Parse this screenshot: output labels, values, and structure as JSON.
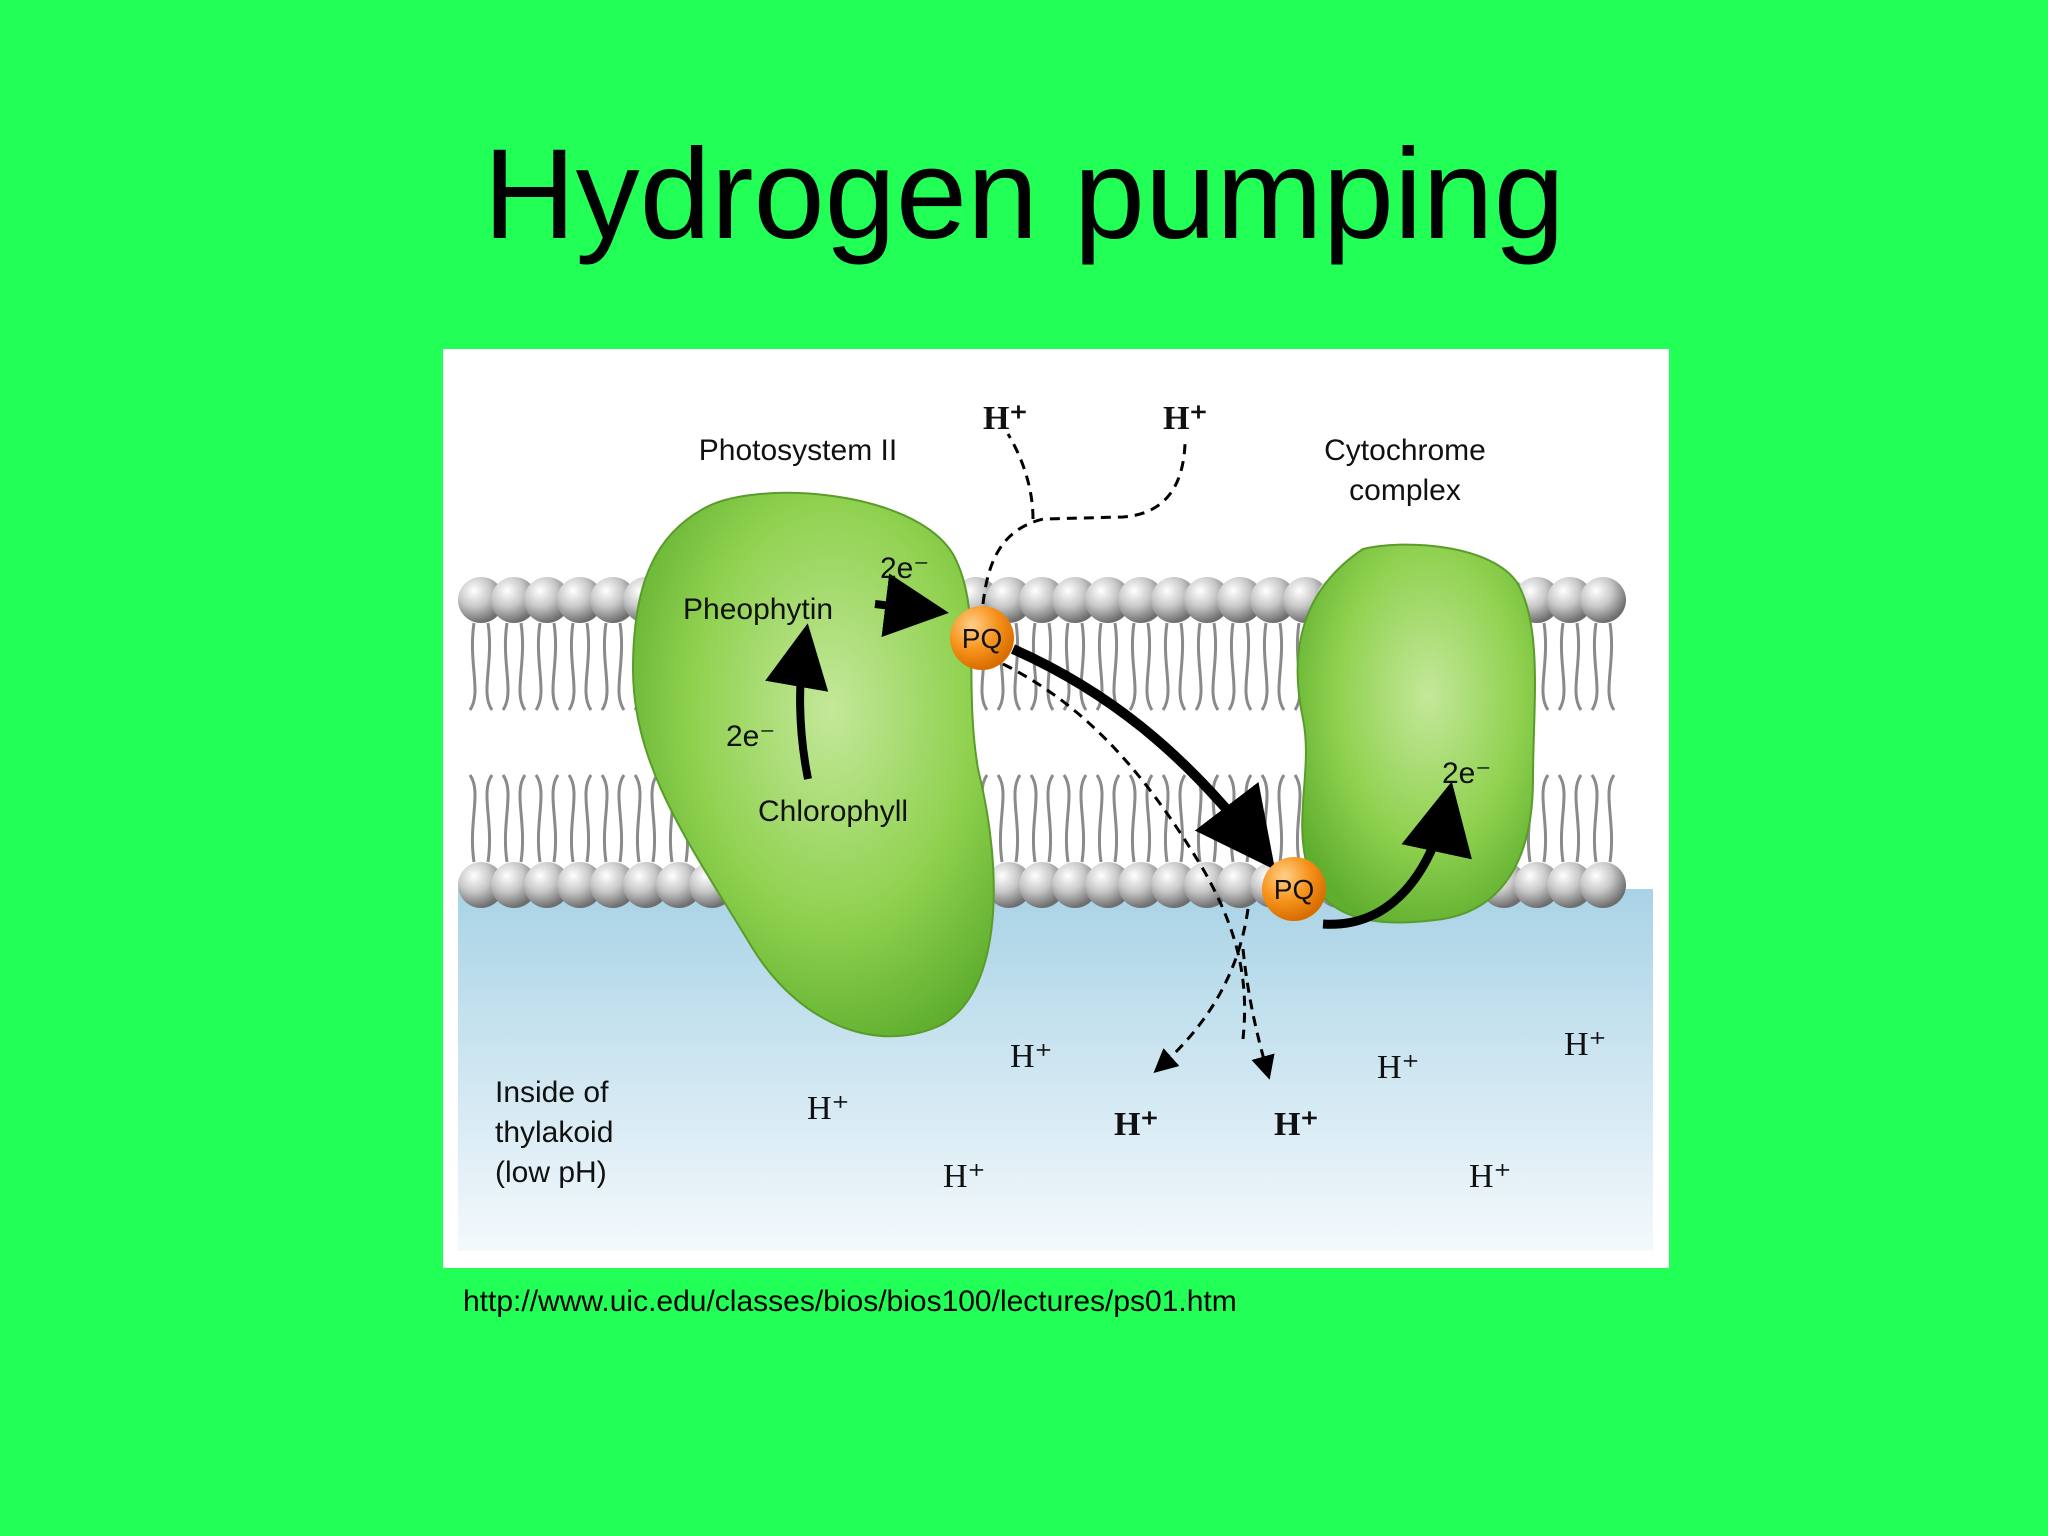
{
  "slide": {
    "title": "Hydrogen pumping",
    "source_url": "http://www.uic.edu/classes/bios/bios100/lectures/ps01.htm"
  },
  "diagram": {
    "labels": {
      "photosystem": "Photosystem II",
      "cytochrome_line1": "Cytochrome",
      "cytochrome_line2": "complex",
      "pheophytin": "Pheophytin",
      "chlorophyll": "Chlorophyll",
      "electrons": "2e⁻",
      "pq": "PQ",
      "inside_line1": "Inside of",
      "inside_line2": "thylakoid",
      "inside_line3": "(low pH)",
      "proton": "H⁺"
    },
    "colors": {
      "background": "#22ff57",
      "protein_green": "#8fd14f",
      "pq_orange": "#f7941d",
      "lumen_blue": "#a9d3e6"
    }
  }
}
